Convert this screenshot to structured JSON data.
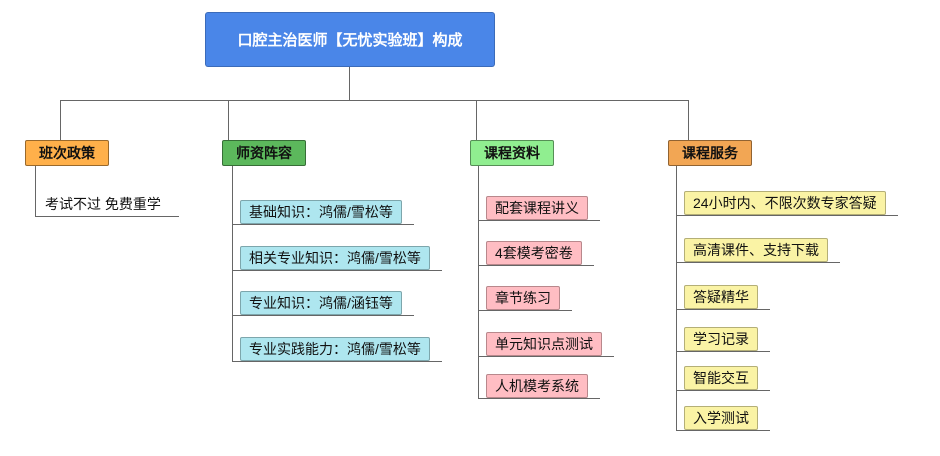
{
  "root": {
    "label": "口腔主治医师【无忧实验班】构成",
    "bg": "#4A86E8",
    "text_color": "#FFFFFF"
  },
  "lines": {
    "color": "#666666"
  },
  "branches": [
    {
      "label": "班次政策",
      "bg": "#FFB04A",
      "children": [
        {
          "label": "考试不过 免费重学",
          "bg": "transparent"
        }
      ]
    },
    {
      "label": "师资阵容",
      "bg": "#5CB85C",
      "children": [
        {
          "label": "基础知识：鸿儒/雪松等",
          "bg": "#AEE6EF"
        },
        {
          "label": "相关专业知识：鸿儒/雪松等",
          "bg": "#AEE6EF"
        },
        {
          "label": "专业知识：鸿儒/涵钰等",
          "bg": "#AEE6EF"
        },
        {
          "label": "专业实践能力：鸿儒/雪松等",
          "bg": "#AEE6EF"
        }
      ]
    },
    {
      "label": "课程资料",
      "bg": "#90EE90",
      "children": [
        {
          "label": "配套课程讲义",
          "bg": "#FFBDC3"
        },
        {
          "label": "4套模考密卷",
          "bg": "#FFBDC3"
        },
        {
          "label": "章节练习",
          "bg": "#FFBDC3"
        },
        {
          "label": "单元知识点测试",
          "bg": "#FFBDC3"
        },
        {
          "label": "人机模考系统",
          "bg": "#FFBDC3"
        }
      ]
    },
    {
      "label": "课程服务",
      "bg": "#F2A654",
      "children": [
        {
          "label": "24小时内、不限次数专家答疑",
          "bg": "#FAF3A5"
        },
        {
          "label": "高清课件、支持下载",
          "bg": "#FAF3A5"
        },
        {
          "label": "答疑精华",
          "bg": "#FAF3A5"
        },
        {
          "label": "学习记录",
          "bg": "#FAF3A5"
        },
        {
          "label": "智能交互",
          "bg": "#FAF3A5"
        },
        {
          "label": "入学测试",
          "bg": "#FAF3A5"
        }
      ]
    }
  ]
}
